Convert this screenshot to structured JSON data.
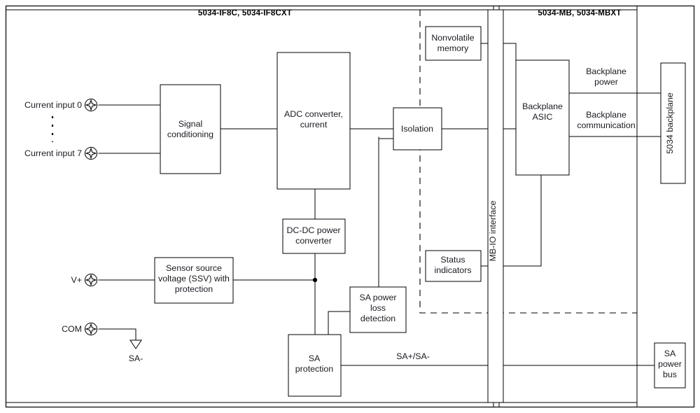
{
  "diagram": {
    "title_left": "5034-IF8C, 5034-IF8CXT",
    "title_right": "5034-MB, 5034-MBXT",
    "blocks": {
      "signal_conditioning": "Signal\nconditioning",
      "signal_conditioning_l1": "Signal",
      "signal_conditioning_l2": "conditioning",
      "adc_converter_l1": "ADC converter,",
      "adc_converter_l2": "current",
      "isolation": "Isolation",
      "nonvolatile_memory_l1": "Nonvolatile",
      "nonvolatile_memory_l2": "memory",
      "mb_io_interface": "MB-IO interface",
      "backplane_asic_l1": "Backplane",
      "backplane_asic_l2": "ASIC",
      "backplane_5034": "5034 backplane",
      "dcdc_converter_l1": "DC-DC power",
      "dcdc_converter_l2": "converter",
      "ssv_l1": "Sensor source",
      "ssv_l2": "voltage (SSV) with",
      "ssv_l3": "protection",
      "status_indicators_l1": "Status",
      "status_indicators_l2": "indicators",
      "sa_power_loss_l1": "SA power",
      "sa_power_loss_l2": "loss",
      "sa_power_loss_l3": "detection",
      "sa_protection_l1": "SA",
      "sa_protection_l2": "protection",
      "sa_power_bus_l1": "SA",
      "sa_power_bus_l2": "power",
      "sa_power_bus_l3": "bus"
    },
    "terminals": {
      "current_input_0": "Current input 0",
      "current_input_7": "Current input 7",
      "v_plus": "V+",
      "com": "COM"
    },
    "wire_labels": {
      "backplane_power_l1": "Backplane",
      "backplane_power_l2": "power",
      "backplane_comm_l1": "Backplane",
      "backplane_comm_l2": "communication",
      "sa_plus_minus": "SA+/SA-",
      "sa_minus_ground": "SA-"
    },
    "colors": {
      "line": "#000000",
      "text": "#1a1a22",
      "background": "#ffffff"
    }
  }
}
